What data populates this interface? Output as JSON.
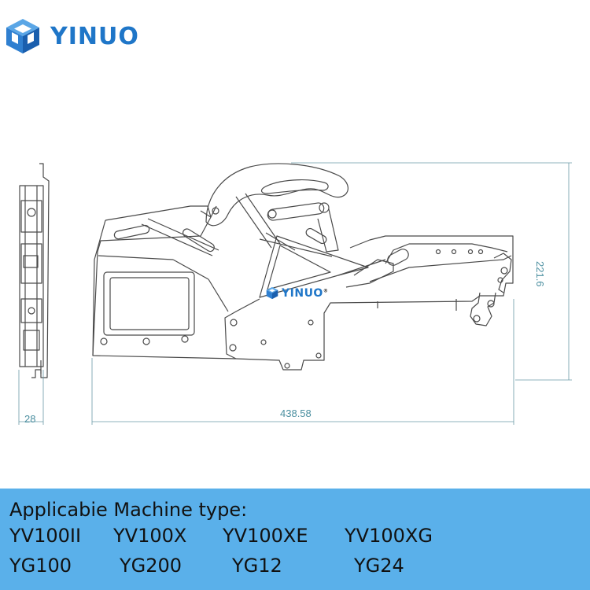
{
  "brand": {
    "name": "YINUO",
    "accent_color": "#1f76c8",
    "logo_icon": "cube-logo-icon"
  },
  "drawing": {
    "logo_text": "YINUO",
    "logo_mark": "®",
    "dimensions": {
      "side_width": "28",
      "length": "438.58",
      "height": "221.6"
    },
    "line_color": "#4a4a4a",
    "dimension_color": "#4b8fa0"
  },
  "panel": {
    "background": "#5ab0ea",
    "title": "Applicabie Machine type:",
    "row1": [
      "YV100II",
      "YV100X",
      "YV100XE",
      "YV100XG"
    ],
    "row2": [
      "YG100",
      "YG200",
      "YG12",
      "YG24"
    ]
  }
}
